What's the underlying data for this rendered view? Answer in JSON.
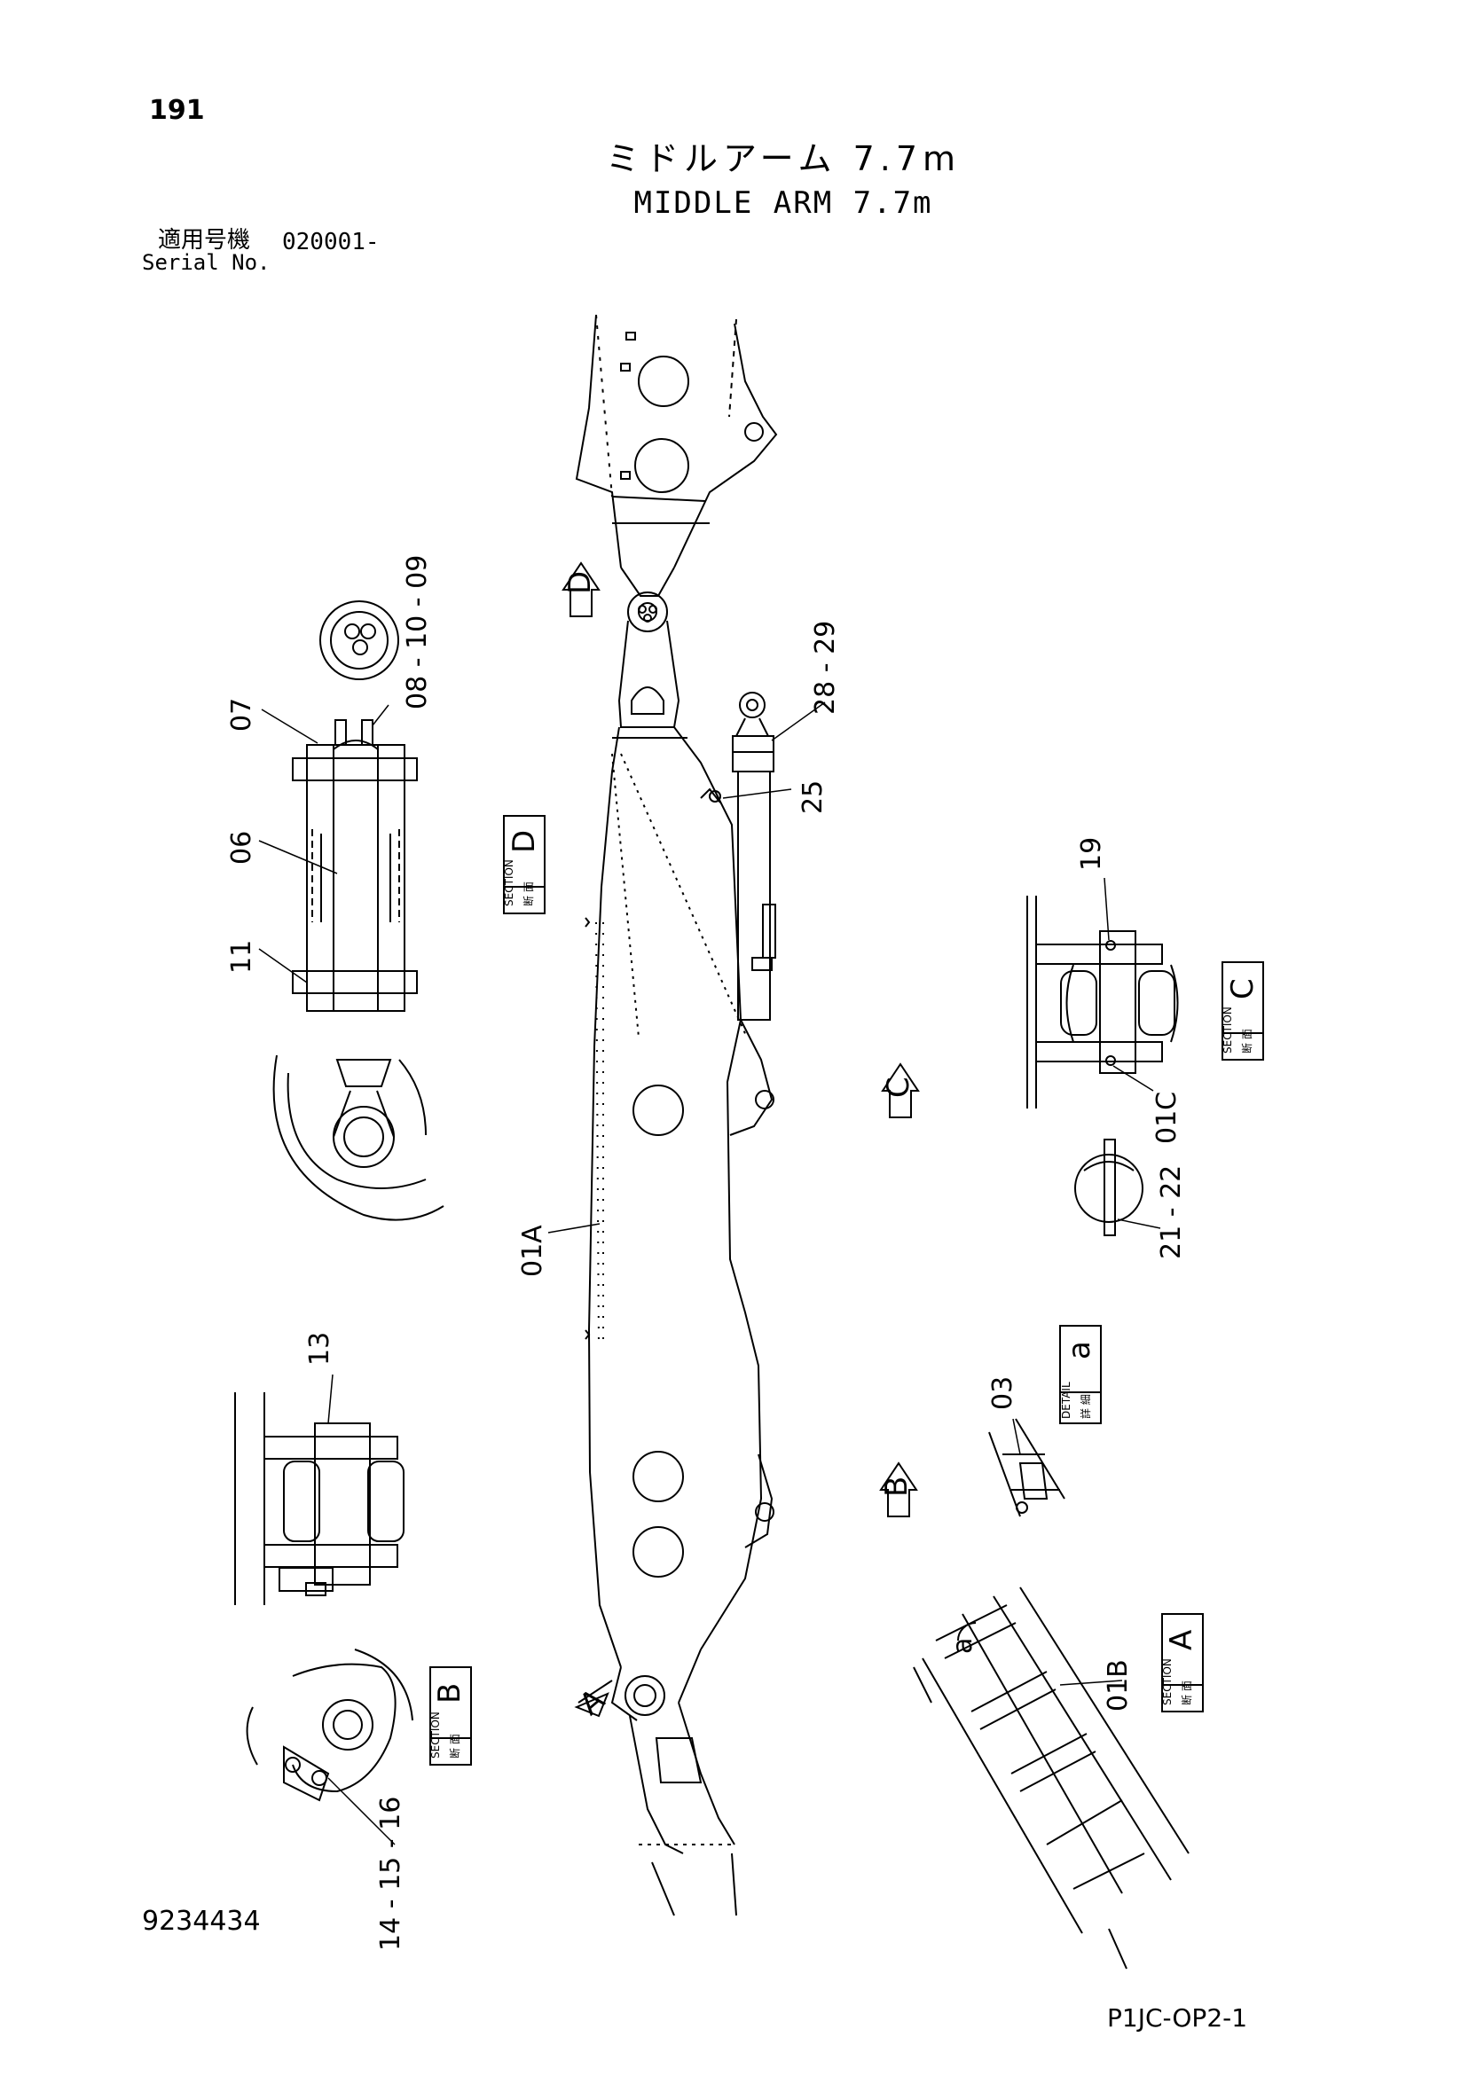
{
  "header": {
    "page_number": "191",
    "title_jp": "ミドルアーム 7.7m",
    "title_en": "MIDDLE ARM 7.7m",
    "serial_label_jp": "適用号機",
    "serial_value": "020001-",
    "serial_label_en": "Serial No."
  },
  "footer": {
    "drawing_number": "9234434",
    "page_code": "P1JC-OP2-1"
  },
  "view_arrows": {
    "A": "A",
    "B": "B",
    "C": "C",
    "D": "D"
  },
  "section_tags": {
    "jp_section": "断 面",
    "en_section": "SECTION",
    "jp_detail": "詳 細",
    "en_detail": "DETAIL",
    "A": "A",
    "B": "B",
    "C": "C",
    "D": "D",
    "a": "a"
  },
  "part_labels": {
    "p01A": "01A",
    "p01B": "01B",
    "p01C": "01C",
    "p03": "03",
    "p06": "06",
    "p07": "07",
    "p08_10_09": "08 - 10 - 09",
    "p11": "11",
    "p13": "13",
    "p14_15_16": "14 - 15 - 16",
    "p19": "19",
    "p21_22": "21 - 22",
    "p25": "25",
    "p28_29": "28 - 29",
    "detail_a": "a"
  }
}
